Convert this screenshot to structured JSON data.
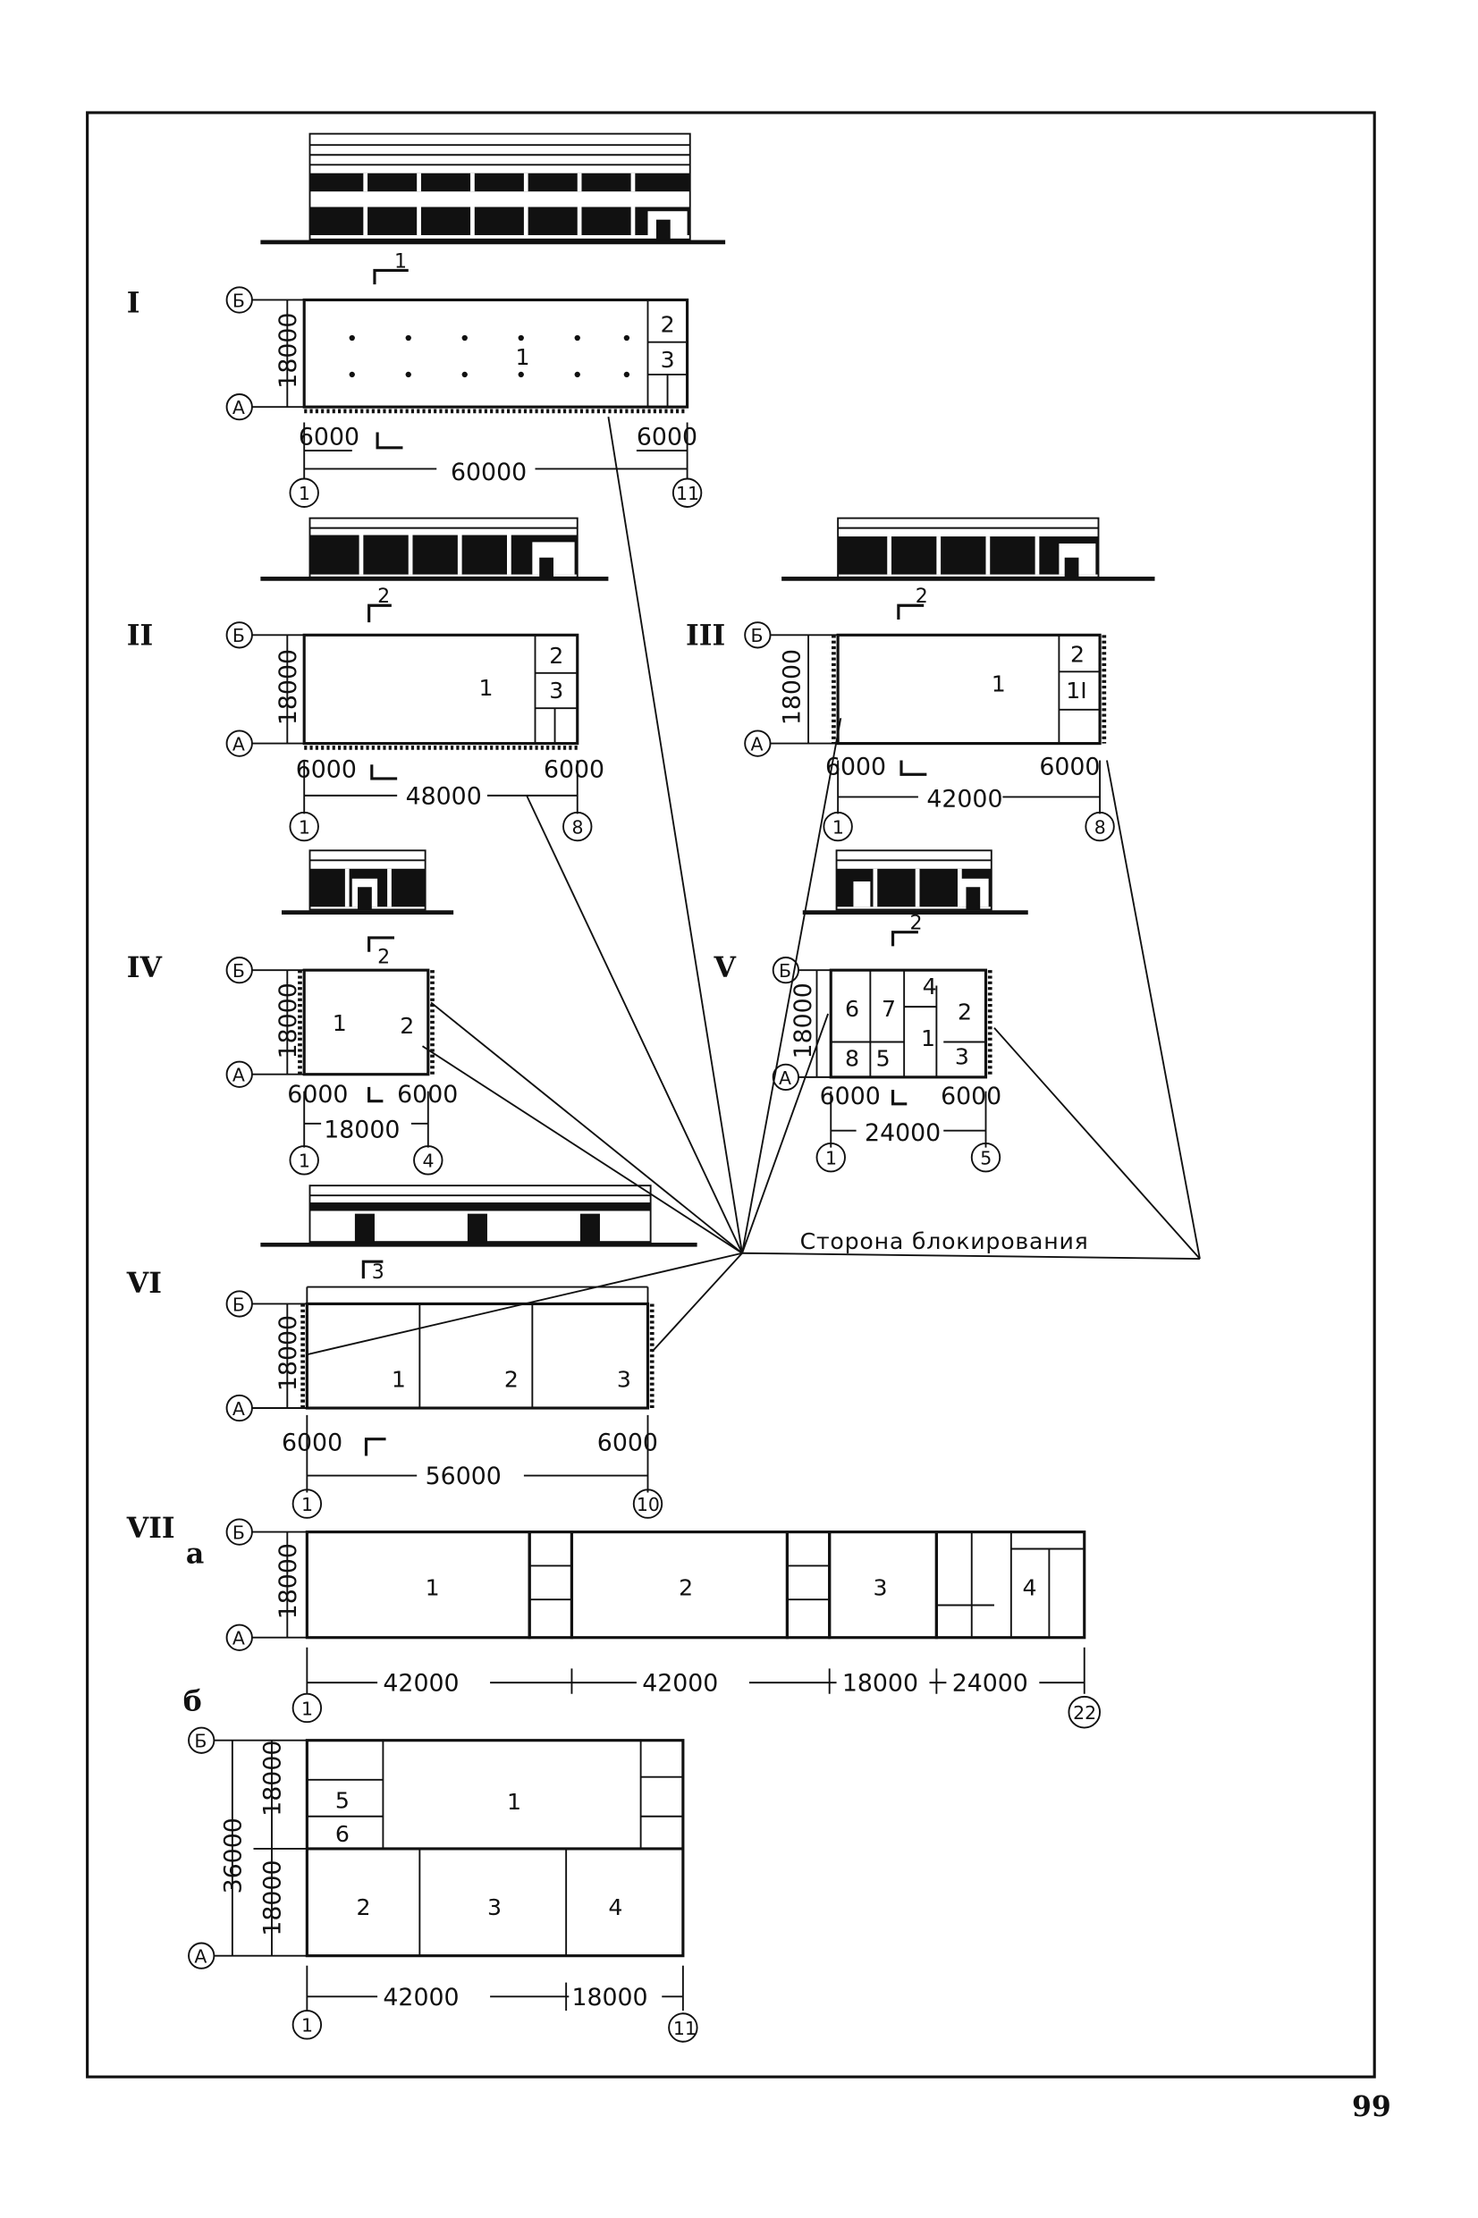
{
  "page_number": "99",
  "callout": "Сторона блокирования",
  "axis_letters": {
    "a": "А",
    "b": "Б"
  },
  "plans": [
    {
      "id": "I",
      "label": "I",
      "depth": "18000",
      "edge_left": "6000",
      "edge_right": "6000",
      "total": "60000",
      "axis_start": "1",
      "axis_end": "11",
      "section": "1",
      "rooms": [
        "1",
        "2",
        "3"
      ]
    },
    {
      "id": "II",
      "label": "II",
      "depth": "18000",
      "edge_left": "6000",
      "edge_right": "6000",
      "total": "48000",
      "axis_start": "1",
      "axis_end": "8",
      "section": "2",
      "rooms": [
        "1",
        "2",
        "3"
      ]
    },
    {
      "id": "III",
      "label": "III",
      "depth": "18000",
      "edge_left": "6000",
      "edge_right": "6000",
      "total": "42000",
      "axis_start": "1",
      "axis_end": "8",
      "section": "2",
      "rooms": [
        "1",
        "2",
        "1I"
      ]
    },
    {
      "id": "IV",
      "label": "IV",
      "depth": "18000",
      "edge_left": "6000",
      "edge_right": "6000",
      "total": "18000",
      "axis_start": "1",
      "axis_end": "4",
      "section": "2",
      "rooms": [
        "1",
        "2"
      ]
    },
    {
      "id": "V",
      "label": "V",
      "depth": "18000",
      "edge_left": "6000",
      "edge_right": "6000",
      "total": "24000",
      "axis_start": "1",
      "axis_end": "5",
      "section": "2",
      "rooms": [
        "6",
        "7",
        "4",
        "2",
        "1",
        "3",
        "8",
        "5"
      ]
    },
    {
      "id": "VI",
      "label": "VI",
      "depth": "18000",
      "edge_left": "6000",
      "edge_right": "6000",
      "total": "56000",
      "axis_start": "1",
      "axis_end": "10",
      "section": "3",
      "rooms": [
        "1",
        "2",
        "3"
      ]
    }
  ],
  "plan_vii": {
    "label": "VII",
    "variant_a": {
      "label": "а",
      "depth": "18000",
      "dims": [
        "42000",
        "42000",
        "18000",
        "24000"
      ],
      "axis_start": "1",
      "axis_end": "22",
      "rooms": [
        "1",
        "2",
        "3",
        "4"
      ]
    },
    "variant_b": {
      "label": "б",
      "depth_total": "36000",
      "depth_top": "18000",
      "depth_bottom": "18000",
      "dims": [
        "42000",
        "18000"
      ],
      "axis_start": "1",
      "axis_end": "11",
      "rooms": [
        "1",
        "5",
        "6",
        "2",
        "3",
        "4"
      ]
    }
  }
}
